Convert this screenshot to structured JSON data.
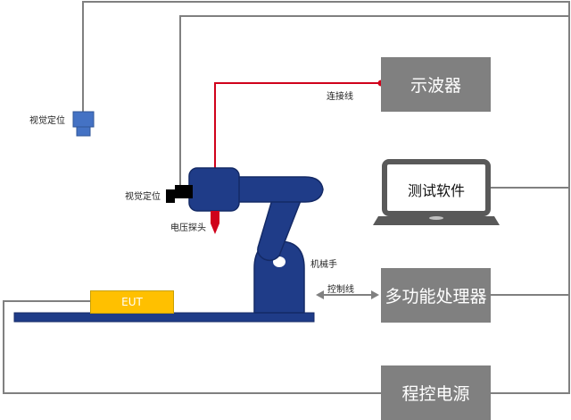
{
  "colors": {
    "line": "#808080",
    "probe_cable": "#d0021b",
    "robot": "#1f3c88",
    "robot_dark": "#142a66",
    "camera": "#4472c4",
    "eut": "#ffc000",
    "box": "#808080"
  },
  "nodes": {
    "oscilloscope": "示波器",
    "test_software": "测试软件",
    "processor": "多功能处理器",
    "power_supply": "程控电源",
    "eut": "EUT"
  },
  "labels": {
    "vision_top": "视觉定位",
    "vision_arm": "视觉定位",
    "probe": "电压探头",
    "robot_arm": "机械手",
    "connection_line": "连接线",
    "control_line": "控制线"
  },
  "icons": {
    "camera": "camera-icon",
    "laptop": "laptop-icon",
    "robot": "robot-arm-icon",
    "probe": "probe-icon",
    "arrow": "double-arrow-icon"
  }
}
